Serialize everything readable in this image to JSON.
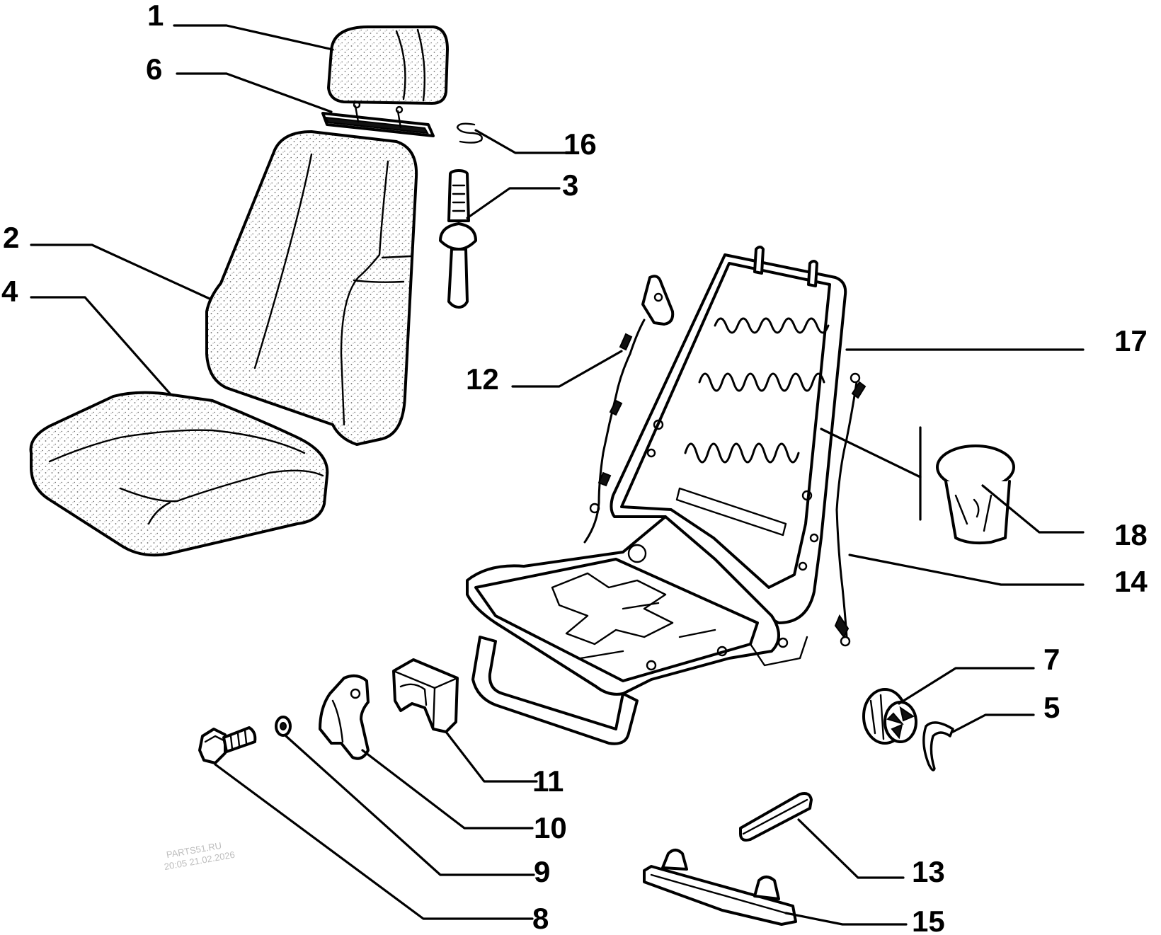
{
  "diagram": {
    "callouts": [
      "1",
      "6",
      "16",
      "3",
      "2",
      "4",
      "12",
      "17",
      "18",
      "14",
      "7",
      "5",
      "11",
      "10",
      "9",
      "8",
      "13",
      "15"
    ],
    "watermark": {
      "line1": "PARTS51.RU",
      "line2": "20:05 21.02.2026"
    }
  }
}
